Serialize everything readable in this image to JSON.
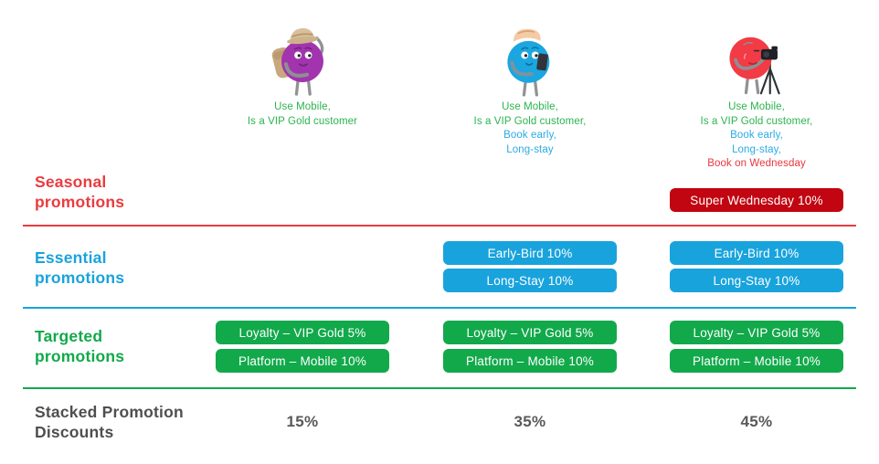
{
  "personas": [
    {
      "character": "explorer-with-hat-and-backpack",
      "traits": [
        {
          "text": "Use Mobile,",
          "category": "targeted"
        },
        {
          "text": "Is a VIP Gold customer",
          "category": "targeted"
        }
      ]
    },
    {
      "character": "traveler-with-phone",
      "traits": [
        {
          "text": "Use Mobile,",
          "category": "targeted"
        },
        {
          "text": "Is a VIP Gold customer,",
          "category": "targeted"
        },
        {
          "text": "Book early,",
          "category": "essential"
        },
        {
          "text": "Long-stay",
          "category": "essential"
        }
      ]
    },
    {
      "character": "photographer-with-tripod",
      "traits": [
        {
          "text": "Use Mobile,",
          "category": "targeted"
        },
        {
          "text": "Is a VIP Gold customer,",
          "category": "targeted"
        },
        {
          "text": "Book early,",
          "category": "essential"
        },
        {
          "text": "Long-stay,",
          "category": "essential"
        },
        {
          "text": "Book on Wednesday",
          "category": "seasonal"
        }
      ]
    }
  ],
  "rows": [
    {
      "id": "seasonal",
      "label": "Seasonal promotions",
      "badges": [
        [],
        [],
        [
          "Super Wednesday 10%"
        ]
      ]
    },
    {
      "id": "essential",
      "label": "Essential promotions",
      "badges": [
        [],
        [
          "Early-Bird 10%",
          "Long-Stay 10%"
        ],
        [
          "Early-Bird 10%",
          "Long-Stay 10%"
        ]
      ]
    },
    {
      "id": "targeted",
      "label": "Targeted promotions",
      "badges": [
        [
          "Loyalty – VIP Gold 5%",
          "Platform – Mobile 10%"
        ],
        [
          "Loyalty – VIP Gold 5%",
          "Platform – Mobile 10%"
        ],
        [
          "Loyalty – VIP Gold 5%",
          "Platform – Mobile 10%"
        ]
      ]
    },
    {
      "id": "stacked",
      "label": "Stacked Promotion Discounts",
      "values": [
        "15%",
        "35%",
        "45%"
      ]
    }
  ],
  "colors": {
    "seasonal_red": "#E93C40",
    "seasonal_badge_red": "#C10511",
    "essential_blue": "#19A3DC",
    "targeted_green": "#12A94B",
    "trait_green": "#2CB44F",
    "trait_blue": "#29ABE2",
    "trait_red": "#E8363D",
    "stacked_gray": "#4E4F50",
    "percent_gray": "#58595B"
  }
}
